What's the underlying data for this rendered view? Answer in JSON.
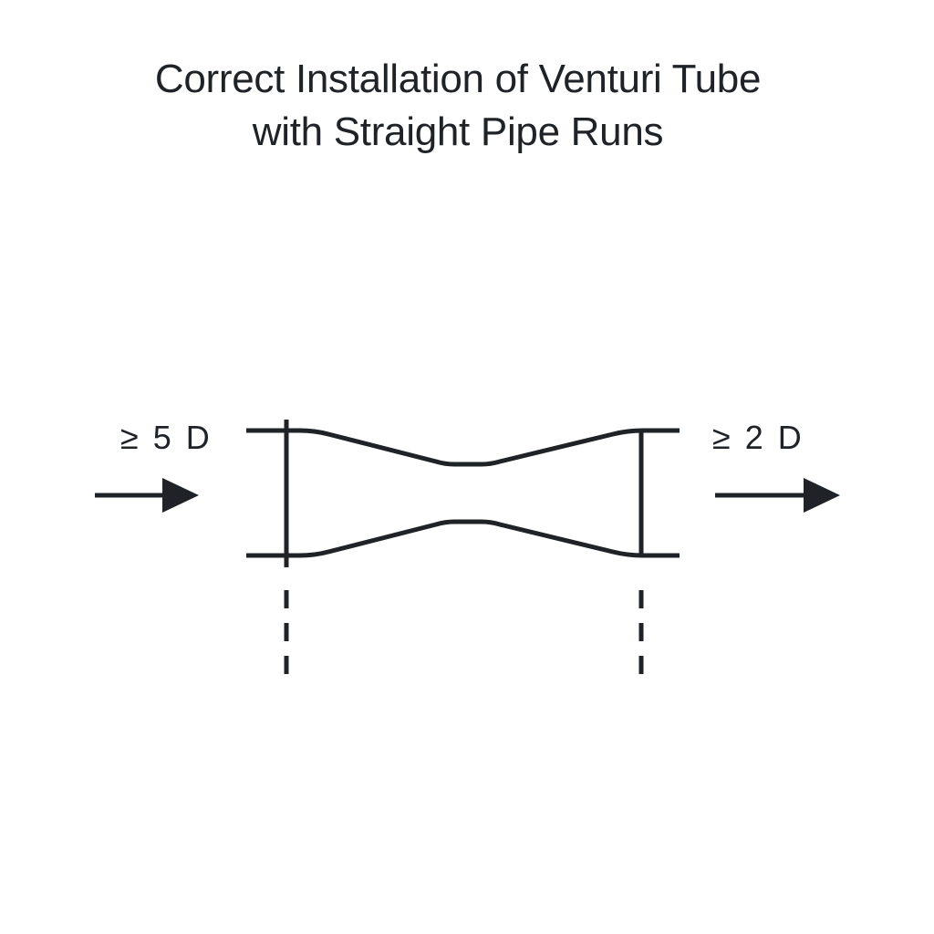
{
  "title": {
    "line1": "Correct Installation of Venturi Tube",
    "line2": "with Straight Pipe Runs"
  },
  "upstream": {
    "label": "≥ 5 D",
    "arrow_icon": "arrow-right-icon"
  },
  "downstream": {
    "label": "≥ 2 D",
    "arrow_icon": "arrow-right-icon"
  },
  "colors": {
    "stroke": "#1f2327",
    "background": "#ffffff"
  }
}
